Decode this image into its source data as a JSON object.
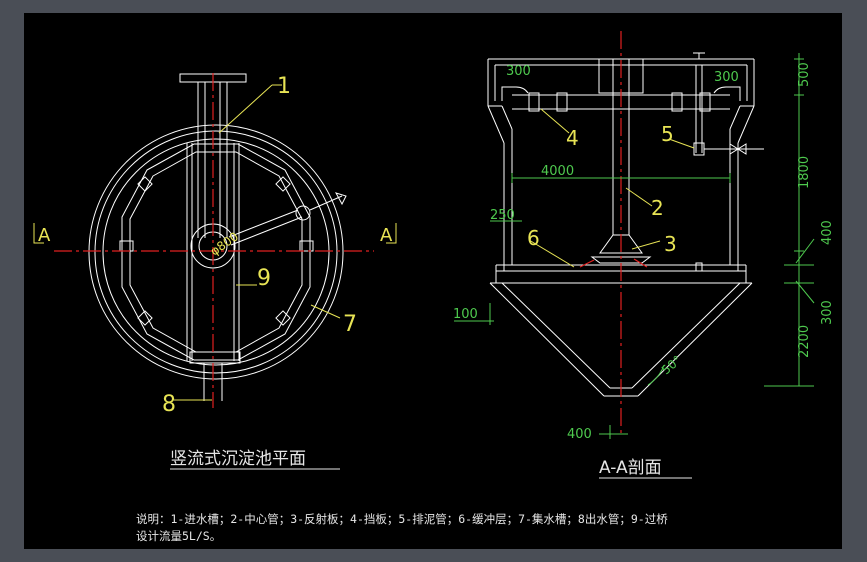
{
  "plan_view": {
    "title": "竖流式沉淀池平面",
    "section_mark": "A",
    "dim_center_pipe": "φ800",
    "labels": [
      "1",
      "7",
      "8",
      "9"
    ]
  },
  "section_view": {
    "title": "A-A剖面",
    "labels": [
      "2",
      "3",
      "4",
      "5",
      "6"
    ],
    "dims": {
      "top_left": "300",
      "top_right": "300",
      "width": "4000",
      "wall": "250",
      "h1": "500",
      "h2": "1800",
      "h3": "400",
      "h4": "300",
      "h5": "2200",
      "outlet": "100",
      "bottom": "400",
      "angle": "50°"
    }
  },
  "notes": {
    "line1": "说明：1-进水槽；2-中心管；3-反射板；4-挡板；5-排泥管；6-缓冲层；7-集水槽；8出水管；9-过桥",
    "line2": "设计流量5L/S。"
  },
  "colors": {
    "background": "#000000",
    "frame": "#4a4e56",
    "lines": "#ffffff",
    "centerline": "#e02020",
    "labels": "#e8e455",
    "dimensions": "#4ec94e"
  }
}
